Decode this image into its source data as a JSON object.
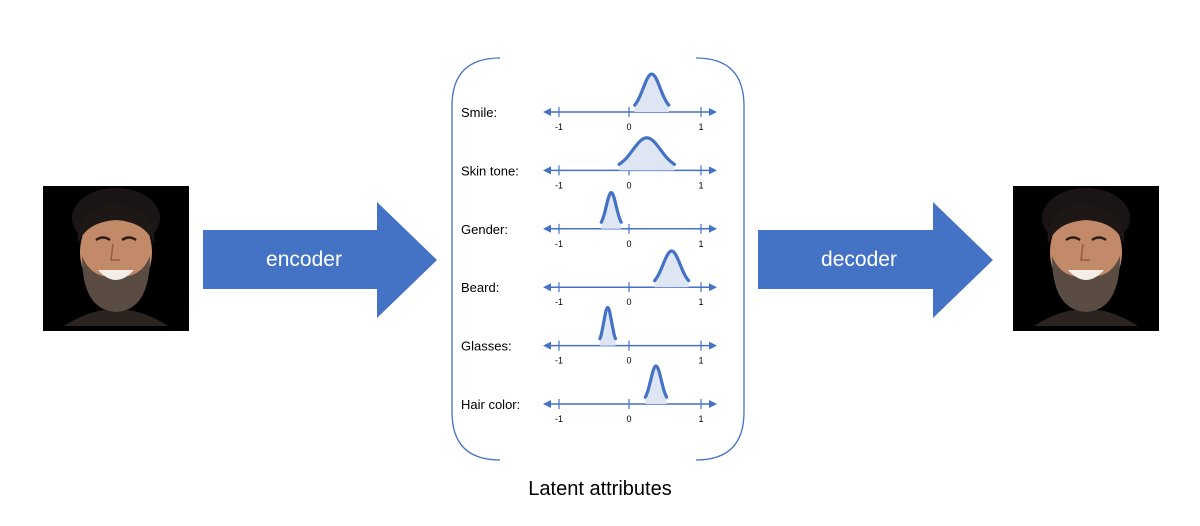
{
  "encoder": {
    "label": "encoder"
  },
  "decoder": {
    "label": "decoder"
  },
  "caption": "Latent attributes",
  "colors": {
    "accent": "#4472c4",
    "fill": "#dfe6f3",
    "photo_bg": "#000000"
  },
  "photos": [
    {
      "name": "input-face-photo",
      "description": "portrait"
    },
    {
      "name": "output-face-photo",
      "description": "portrait"
    }
  ],
  "ticks": [
    "-1",
    "0",
    "1"
  ],
  "attributes": [
    {
      "label": "Smile:",
      "mean": 0.32,
      "width": 0.48,
      "peak": 1.0
    },
    {
      "label": "Skin tone:",
      "mean": 0.25,
      "width": 0.78,
      "peak": 0.85
    },
    {
      "label": "Gender:",
      "mean": -0.25,
      "width": 0.28,
      "peak": 0.95
    },
    {
      "label": "Beard:",
      "mean": 0.6,
      "width": 0.48,
      "peak": 0.95
    },
    {
      "label": "Glasses:",
      "mean": -0.3,
      "width": 0.22,
      "peak": 1.0
    },
    {
      "label": "Hair color:",
      "mean": 0.38,
      "width": 0.3,
      "peak": 1.0
    }
  ]
}
